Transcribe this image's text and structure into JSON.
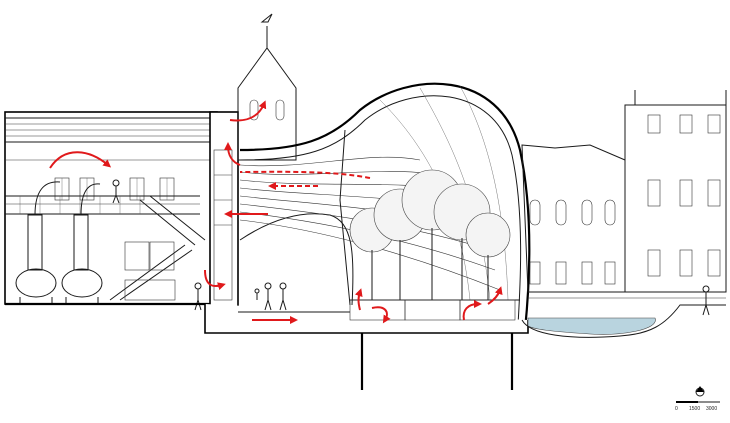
{
  "drawing": {
    "kind": "architectural-section",
    "airflow_arrow_color": "#e0191b",
    "line_color": "#1a1a1a",
    "water_color": "#b9d4df"
  },
  "scale_bar": {
    "labels": [
      "0",
      "1500",
      "3000"
    ]
  }
}
